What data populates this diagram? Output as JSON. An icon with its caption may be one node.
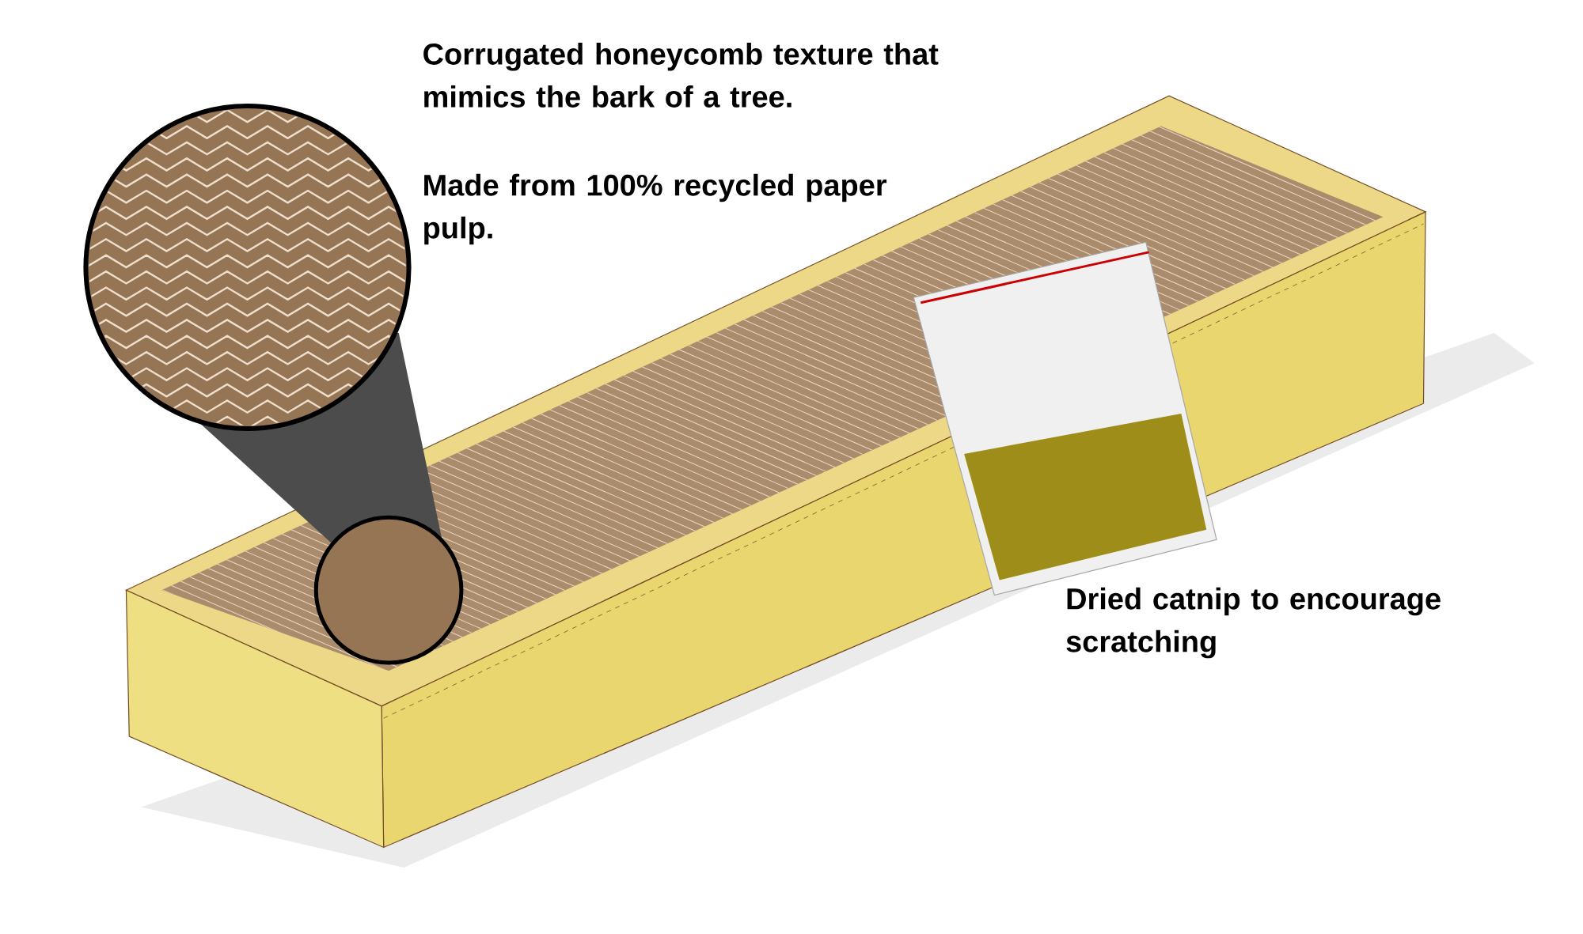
{
  "diagram": {
    "labels": [
      "Corrugated honeycomb texture that mimics the bark of a tree.",
      "Made from 100% recycled paper pulp.",
      "Dried catnip to encourage scratching"
    ]
  }
}
